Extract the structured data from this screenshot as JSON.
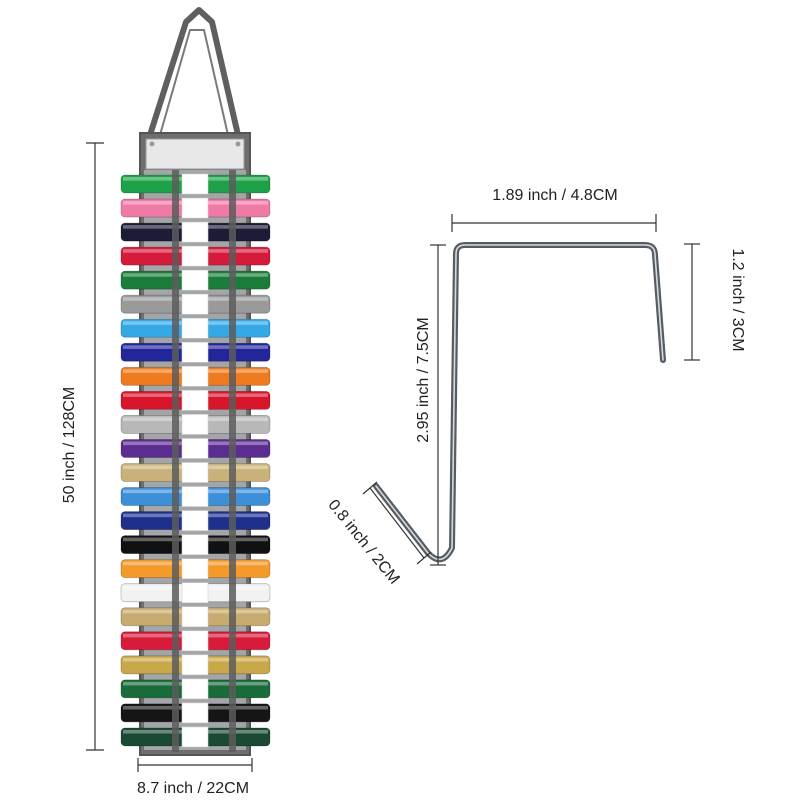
{
  "labels": {
    "total_height": "50 inch / 128CM",
    "width": "8.7 inch / 22CM",
    "hook_top_width": "1.89 inch / 4.8CM",
    "hook_right_drop": "1.2 inch / 3CM",
    "hook_height": "2.95 inch / 7.5CM",
    "hook_bottom_lip": "0.8 inch / 2CM"
  },
  "rolls": [
    {
      "color": "#1fa14a"
    },
    {
      "color": "#f07aa6"
    },
    {
      "color": "#1c1c36"
    },
    {
      "color": "#d61a3c"
    },
    {
      "color": "#1b7d3a"
    },
    {
      "color": "#9a9a9a"
    },
    {
      "color": "#35a8e6"
    },
    {
      "color": "#22269a"
    },
    {
      "color": "#f07b1f"
    },
    {
      "color": "#d8152b"
    },
    {
      "color": "#b8b8b8"
    },
    {
      "color": "#5b2d91"
    },
    {
      "color": "#c9b27a"
    },
    {
      "color": "#3c8fd9"
    },
    {
      "color": "#1e2f8c"
    },
    {
      "color": "#111111"
    },
    {
      "color": "#f39a2a"
    },
    {
      "color": "#f2f2f2"
    },
    {
      "color": "#c8ab6e"
    },
    {
      "color": "#d81b3a"
    },
    {
      "color": "#c9a84a"
    },
    {
      "color": "#1a6b3a"
    },
    {
      "color": "#151515"
    },
    {
      "color": "#1b4a34"
    }
  ]
}
